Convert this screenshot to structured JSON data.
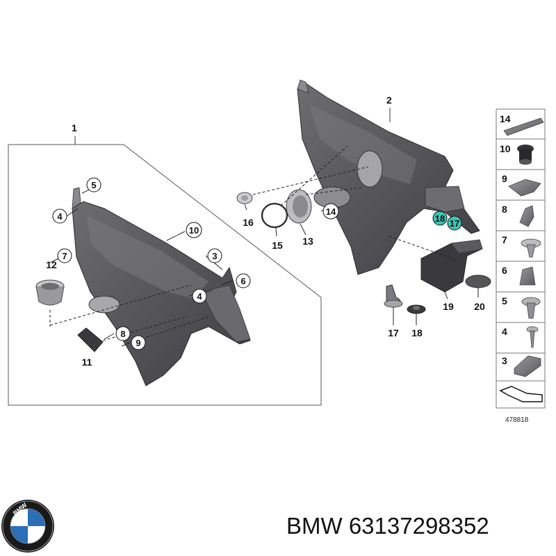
{
  "brand": {
    "logo_letters": "BMW",
    "text": "BMW",
    "part_number": "63137298352",
    "colors": {
      "blue": "#2a6fb8",
      "dark": "#1a1a1a"
    }
  },
  "diagram": {
    "group_labels": [
      {
        "id": "g1",
        "text": "1"
      },
      {
        "id": "g2",
        "text": "2"
      }
    ],
    "callouts": [
      {
        "id": "c5a",
        "text": "5"
      },
      {
        "id": "c4a",
        "text": "4"
      },
      {
        "id": "c7",
        "text": "7"
      },
      {
        "id": "c10",
        "text": "10"
      },
      {
        "id": "c3",
        "text": "3"
      },
      {
        "id": "c6",
        "text": "6"
      },
      {
        "id": "c4b",
        "text": "4"
      },
      {
        "id": "c8",
        "text": "8"
      },
      {
        "id": "c9",
        "text": "9"
      },
      {
        "id": "c14",
        "text": "14"
      },
      {
        "id": "c18h",
        "text": "18",
        "highlight": true
      },
      {
        "id": "c17h",
        "text": "17",
        "highlight": true
      }
    ],
    "labels": [
      {
        "id": "l12",
        "text": "12"
      },
      {
        "id": "l11",
        "text": "11"
      },
      {
        "id": "l16",
        "text": "16"
      },
      {
        "id": "l15",
        "text": "15"
      },
      {
        "id": "l13",
        "text": "13"
      },
      {
        "id": "l17",
        "text": "17"
      },
      {
        "id": "l18",
        "text": "18"
      },
      {
        "id": "l19",
        "text": "19"
      },
      {
        "id": "l20",
        "text": "20"
      }
    ],
    "highlight_color": "#3fc4b4",
    "legend": [
      "14",
      "10",
      "9",
      "8",
      "7",
      "6",
      "5",
      "4",
      "3"
    ],
    "reference_number": "478818"
  }
}
